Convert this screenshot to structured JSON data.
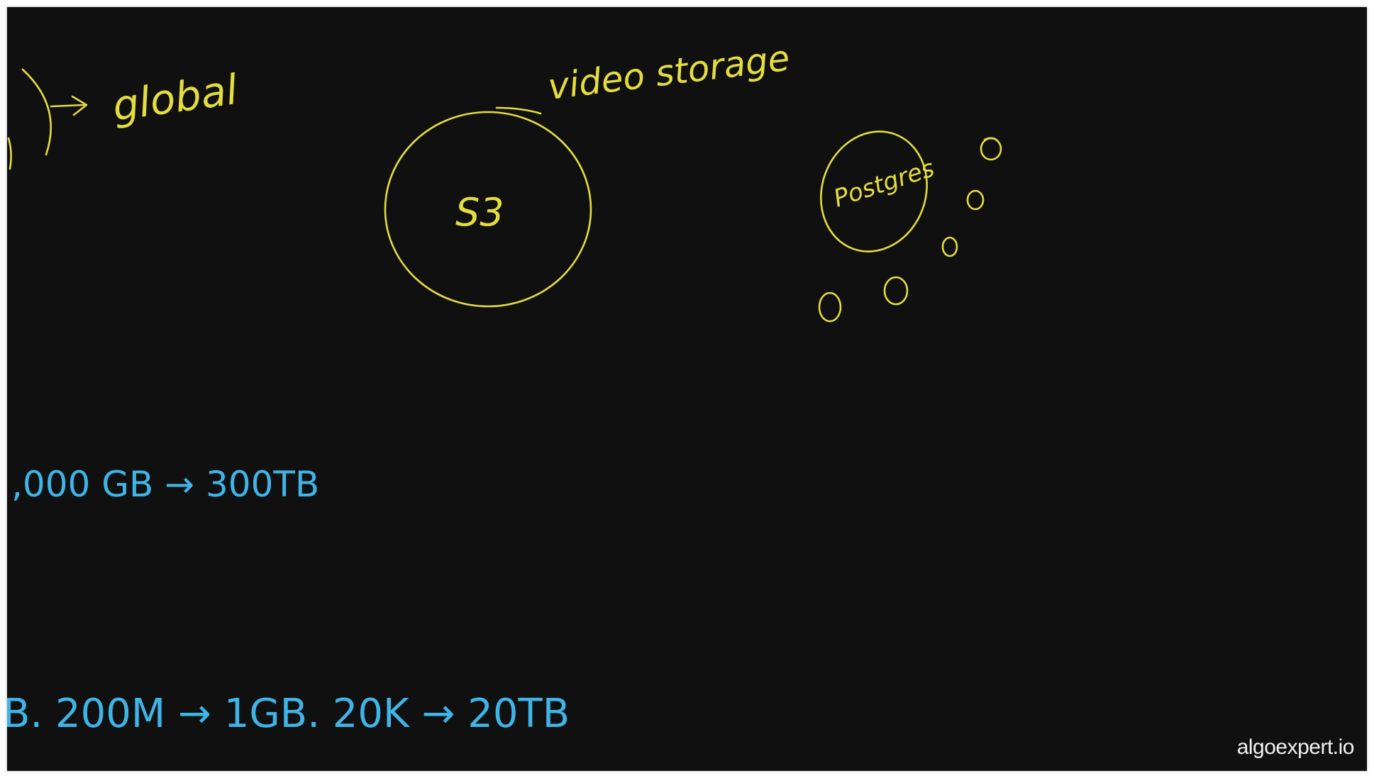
{
  "diagram": {
    "notes": {
      "global": "global",
      "video_storage": "video storage",
      "s3": "S3",
      "postgres": "Postgres",
      "storage_line": ",000 GB → 300TB",
      "metadata_line": "B. 200M → 1GB. 20K → 20TB"
    },
    "colors": {
      "yellow_ink": "#e3dd3f",
      "blue_ink": "#3fb4e6",
      "board": "#101010"
    }
  },
  "watermark": "algoexpert.io"
}
